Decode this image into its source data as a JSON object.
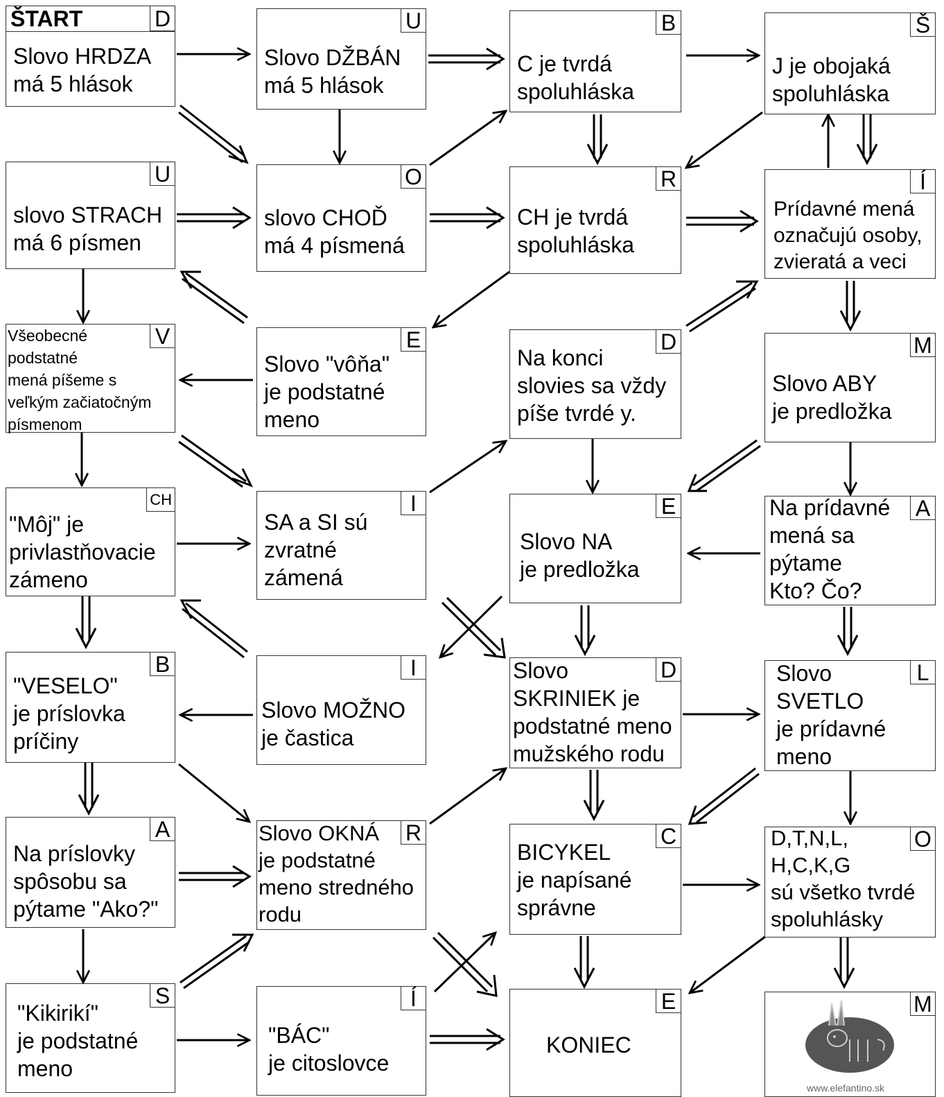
{
  "start_label": "ŠTART",
  "boxes": [
    {
      "text": "Slovo HRDZA\nmá 5 hlások",
      "tag": "D"
    },
    {
      "text": "Slovo DŽBÁN\nmá 5 hlások",
      "tag": "U"
    },
    {
      "text": "C je tvrdá\nspoluhláska",
      "tag": "B"
    },
    {
      "text": "J je obojaká\nspoluhláska",
      "tag": "Š"
    },
    {
      "text": "slovo STRACH\nmá 6 písmen",
      "tag": "U"
    },
    {
      "text": "slovo CHOĎ\nmá 4 písmená",
      "tag": "O"
    },
    {
      "text": "CH je tvrdá\nspoluhláska",
      "tag": "R"
    },
    {
      "text": "Prídavné mená\noznačujú osoby,\nzvieratá a veci",
      "tag": "Í"
    },
    {
      "text": "Všeobecné\npodstatné\nmená píšeme s\nveľkým začiatočným\npísmenom",
      "tag": "V"
    },
    {
      "text": "Slovo \"vôňa\"\nje podstatné\nmeno",
      "tag": "E"
    },
    {
      "text": "Na konci\nslovies sa vždy\npíše tvrdé y.",
      "tag": "D"
    },
    {
      "text": "Slovo ABY\nje predložka",
      "tag": "M"
    },
    {
      "text": "\"Môj\" je\nprivlastňovacie\nzámeno",
      "tag": "CH"
    },
    {
      "text": "SA a SI sú\nzvratné\nzámená",
      "tag": "I"
    },
    {
      "text": "Slovo NA\nje predložka",
      "tag": "E"
    },
    {
      "text": "Na prídavné\nmená sa\npýtame\nKto? Čo?",
      "tag": "A"
    },
    {
      "text": "\"VESELO\"\nje príslovka\npríčiny",
      "tag": "B"
    },
    {
      "text": "Slovo MOŽNO\nje častica",
      "tag": "I"
    },
    {
      "text": "Slovo\nSKRINIEK je\npodstatné meno\nmužského rodu",
      "tag": "D"
    },
    {
      "text": "Slovo\nSVETLO\nje prídavné\nmeno",
      "tag": "L"
    },
    {
      "text": "Na príslovky\nspôsobu sa\npýtame \"Ako?\"",
      "tag": "A"
    },
    {
      "text": "Slovo OKNÁ\nje podstatné\nmeno stredného\nrodu",
      "tag": "R"
    },
    {
      "text": "BICYKEL\nje napísané\nsprávne",
      "tag": "C"
    },
    {
      "text": "D,T,N,L,\nH,C,K,G\nsú všetko tvrdé\nspoluhlásky",
      "tag": "O"
    },
    {
      "text": "\"Kikirikí\"\nje podstatné\nmeno",
      "tag": "S"
    },
    {
      "text": "\"BÁC\"\nje citoslovce",
      "tag": "Í"
    },
    {
      "text": "KONIEC",
      "tag": "E"
    },
    {
      "text": "",
      "tag": "M"
    }
  ],
  "logo": {
    "caption": "www.elefantino.sk",
    "icon": "elephant-logo-icon"
  }
}
